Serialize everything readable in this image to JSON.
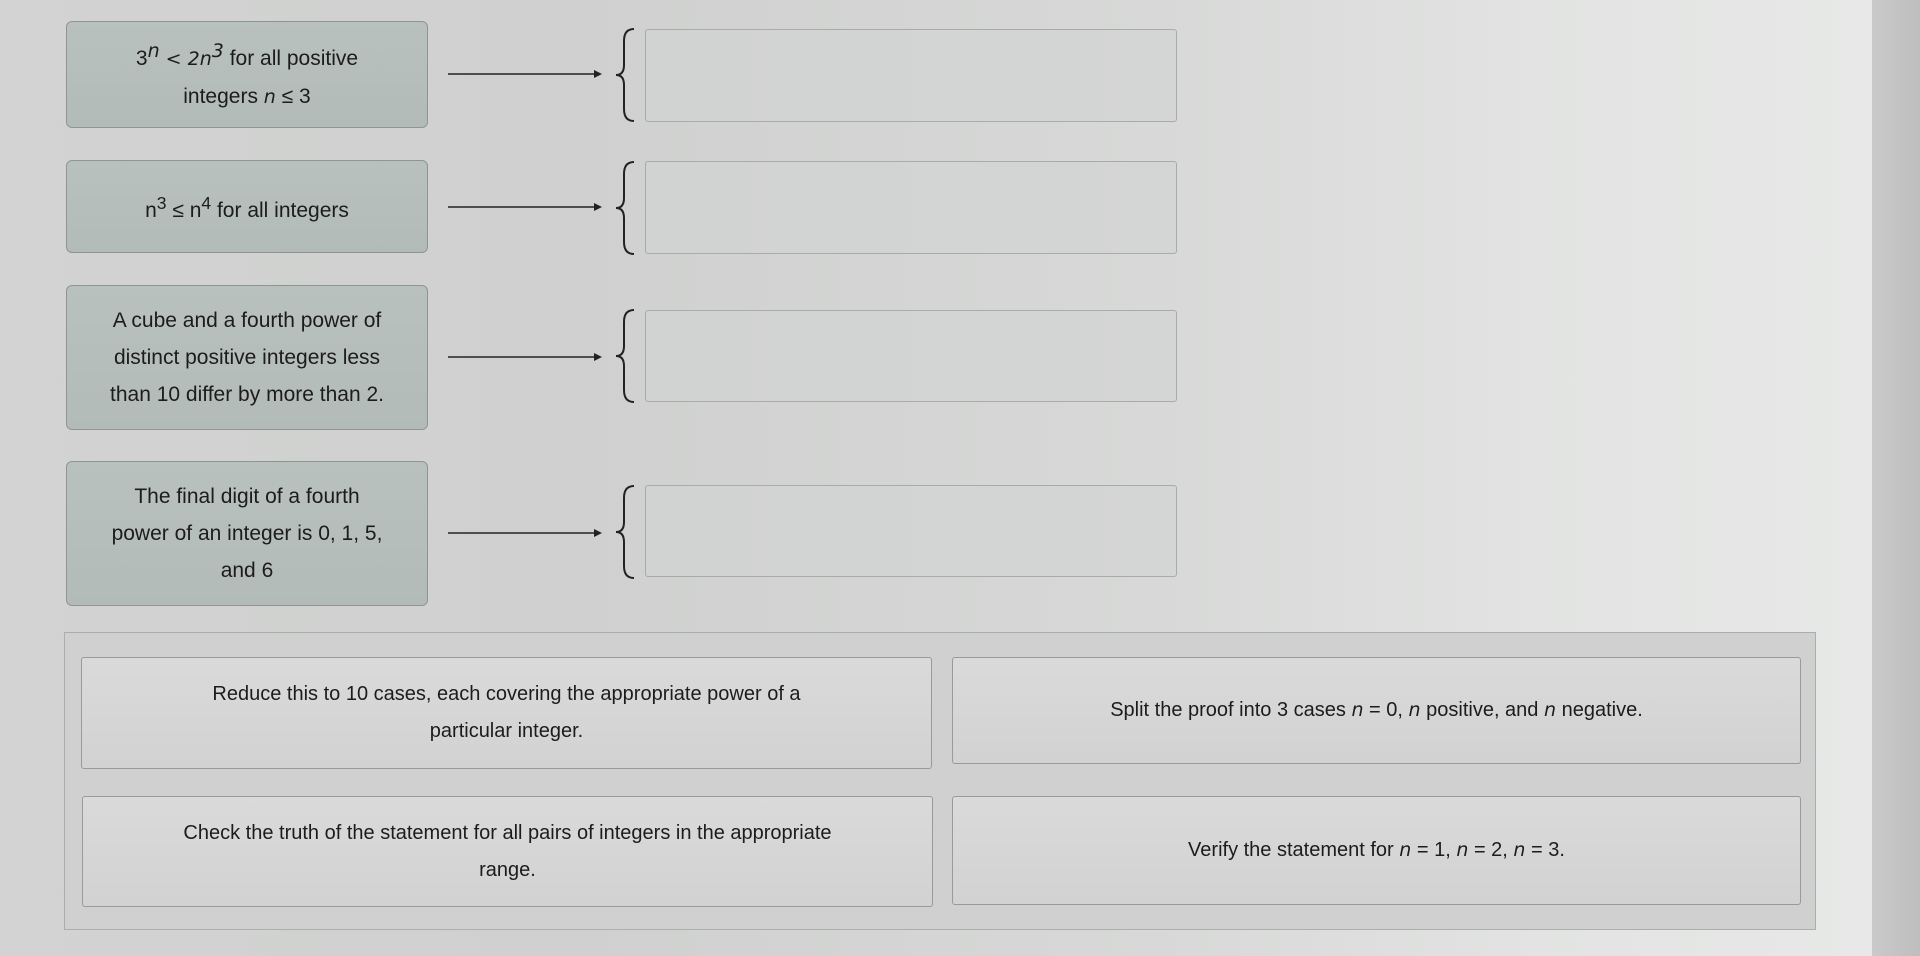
{
  "statements": [
    {
      "parts": [
        {
          "t": "3",
          "math": false
        },
        {
          "t": "n",
          "math": true,
          "sup": true
        },
        {
          "t": " < 2",
          "math": true
        },
        {
          "t": "n",
          "math": true
        },
        {
          "t": "3",
          "math": true,
          "sup": true
        },
        {
          "t": " for all positive",
          "math": false
        },
        {
          "br": true
        },
        {
          "t": "integers ",
          "math": false
        },
        {
          "t": "n",
          "math": true
        },
        {
          "t": " ≤ 3",
          "math": false
        }
      ]
    },
    {
      "parts": [
        {
          "t": "n",
          "math": false
        },
        {
          "t": "3",
          "math": false,
          "sup": true
        },
        {
          "t": " ≤ n",
          "math": false
        },
        {
          "t": "4",
          "math": false,
          "sup": true
        },
        {
          "t": " for all integers",
          "math": false
        }
      ]
    },
    {
      "parts": [
        {
          "t": "A cube and a fourth power of",
          "math": false
        },
        {
          "br": true
        },
        {
          "t": "distinct positive integers less",
          "math": false
        },
        {
          "br": true
        },
        {
          "t": "than 10 differ by more than 2.",
          "math": false
        }
      ]
    },
    {
      "parts": [
        {
          "t": "The final digit of a fourth",
          "math": false
        },
        {
          "br": true
        },
        {
          "t": "power of an integer is 0, 1, 5,",
          "math": false
        },
        {
          "br": true
        },
        {
          "t": "and 6",
          "math": false
        }
      ]
    }
  ],
  "options": [
    {
      "parts": [
        {
          "t": "Reduce this to 10 cases, each covering the appropriate power of a",
          "math": false
        },
        {
          "br": true
        },
        {
          "t": "particular integer.",
          "math": false
        }
      ]
    },
    {
      "parts": [
        {
          "t": "Split the proof into 3 cases ",
          "math": false
        },
        {
          "t": "n",
          "math": true
        },
        {
          "t": " = 0, ",
          "math": false
        },
        {
          "t": "n",
          "math": true
        },
        {
          "t": " positive, and ",
          "math": false
        },
        {
          "t": "n",
          "math": true
        },
        {
          "t": " negative.",
          "math": false
        }
      ]
    },
    {
      "parts": [
        {
          "t": "Check the truth of the statement for all pairs of integers in the appropriate",
          "math": false
        },
        {
          "br": true
        },
        {
          "t": "range.",
          "math": false
        }
      ]
    },
    {
      "parts": [
        {
          "t": "Verify the statement for ",
          "math": false
        },
        {
          "t": "n",
          "math": true
        },
        {
          "t": " = 1, ",
          "math": false
        },
        {
          "t": "n",
          "math": true
        },
        {
          "t": " = 2, ",
          "math": false
        },
        {
          "t": "n",
          "math": true
        },
        {
          "t": " = 3.",
          "math": false
        }
      ]
    }
  ]
}
